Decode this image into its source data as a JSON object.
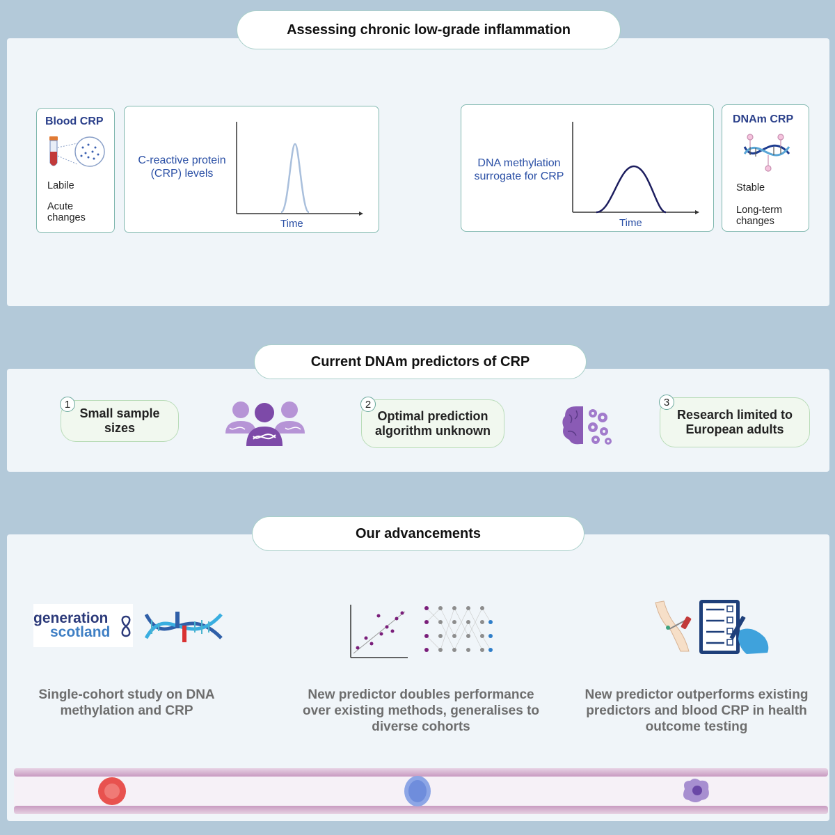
{
  "section1": {
    "title": "Assessing chronic low-grade inflammation",
    "blood_crp": {
      "title": "Blood CRP",
      "trait1": "Labile",
      "trait2": "Acute changes"
    },
    "crp_chart": {
      "ylabel": "C-reactive protein (CRP) levels",
      "xlabel": "Time"
    },
    "dnam_chart": {
      "ylabel": "DNA methylation surrogate for CRP",
      "xlabel": "Time"
    },
    "dnam_crp": {
      "title": "DNAm CRP",
      "trait1": "Stable",
      "trait2": "Long-term changes"
    }
  },
  "section2": {
    "title": "Current DNAm predictors of CRP",
    "items": [
      {
        "number": "1",
        "label": "Small sample sizes",
        "icon": "people-dna-icon"
      },
      {
        "number": "2",
        "label": "Optimal prediction algorithm unknown",
        "icon": "brain-gears-icon"
      },
      {
        "number": "3",
        "label": "Research limited to European adults"
      }
    ]
  },
  "section3": {
    "title": "Our advancements",
    "logo_line1": "generation",
    "logo_line2": "scotland",
    "captions": [
      "Single-cohort study on DNA methylation and CRP",
      "New predictor doubles performance over existing methods, generalises to diverse cohorts",
      "New predictor outperforms existing predictors and blood CRP in health outcome testing"
    ]
  },
  "colors": {
    "background": "#b3c9d9",
    "panel": "#f0f5f9",
    "accent_blue": "#2a4fa5",
    "purple": "#8a5bb5",
    "pill_border": "#a8cfc9"
  }
}
